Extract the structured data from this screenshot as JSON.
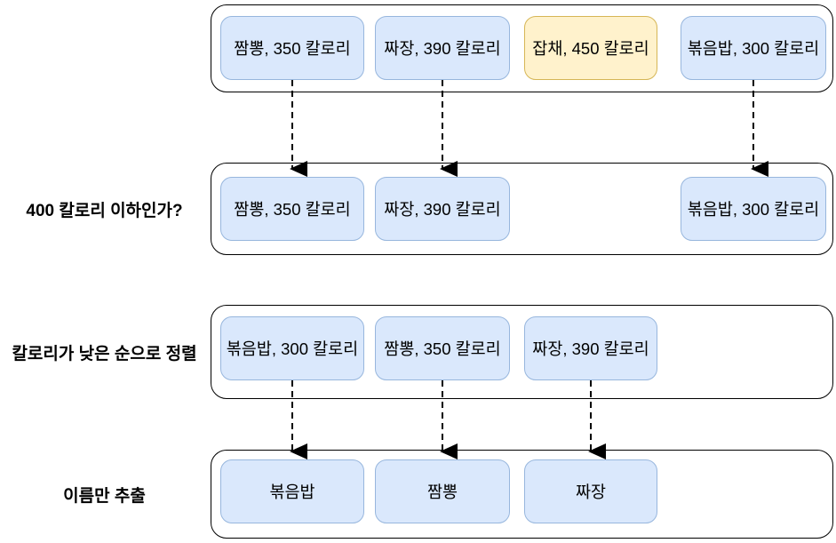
{
  "diagram": {
    "title": "stream-pipeline-diagram",
    "colors": {
      "item_fill": "#dae8fc",
      "item_border": "#97b6dd",
      "highlight_fill": "#fff2cc",
      "highlight_border": "#d6b656",
      "container_border": "#000000",
      "arrow": "#000000",
      "text": "#000000"
    },
    "stages": [
      {
        "name": "source",
        "label": "",
        "items": [
          {
            "text": "짬뽕, 350 칼로리",
            "highlight": false
          },
          {
            "text": "짜장, 390 칼로리",
            "highlight": false
          },
          {
            "text": "잡채, 450 칼로리",
            "highlight": true
          },
          {
            "text": "볶음밥, 300 칼로리",
            "highlight": false
          }
        ]
      },
      {
        "name": "filter",
        "label": "400 칼로리 이하인가?",
        "items": [
          {
            "text": "짬뽕, 350 칼로리",
            "highlight": false
          },
          {
            "text": "짜장, 390 칼로리",
            "highlight": false
          },
          {
            "text": "볶음밥, 300 칼로리",
            "highlight": false
          }
        ]
      },
      {
        "name": "sort",
        "label": "칼로리가 낮은 순으로 정렬",
        "items": [
          {
            "text": "볶음밥, 300 칼로리",
            "highlight": false
          },
          {
            "text": "짬뽕, 350 칼로리",
            "highlight": false
          },
          {
            "text": "짜장, 390 칼로리",
            "highlight": false
          }
        ]
      },
      {
        "name": "map",
        "label": "이름만 추출",
        "items": [
          {
            "text": "볶음밥",
            "highlight": false
          },
          {
            "text": "짬뽕",
            "highlight": false
          },
          {
            "text": "짜장",
            "highlight": false
          }
        ]
      }
    ]
  }
}
